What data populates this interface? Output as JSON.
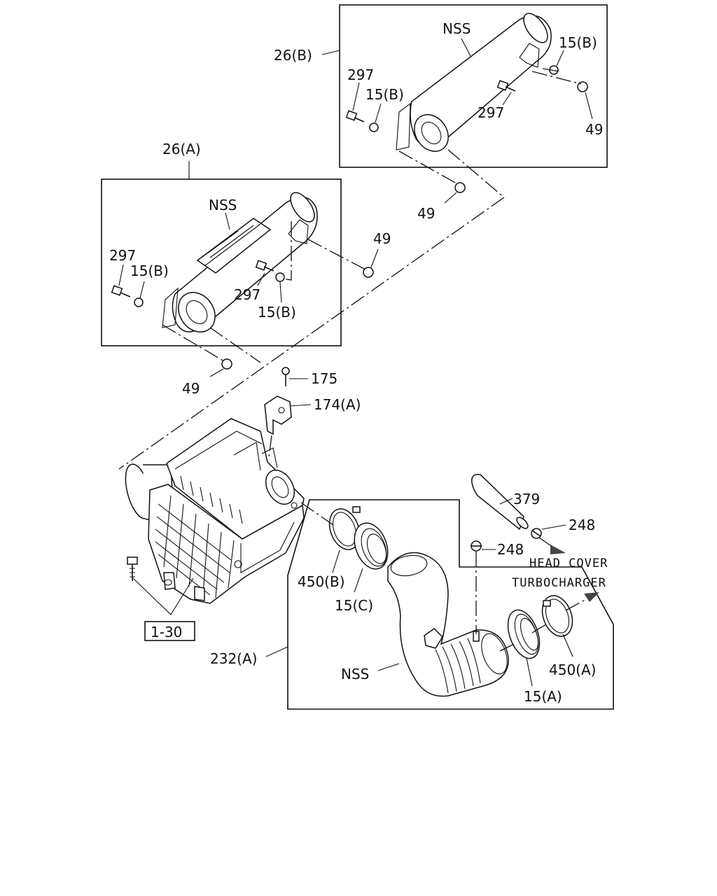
{
  "labels": {
    "pipe_b": "26(B)",
    "pipe_a": "26(A)",
    "nss": "NSS",
    "p297": "297",
    "p15b": "15(B)",
    "p49": "49",
    "p175": "175",
    "p174a": "174(A)",
    "p379": "379",
    "p248": "248",
    "head_cover": "HEAD COVER",
    "turbocharger": "TURBOCHARGER",
    "p450b": "450(B)",
    "p15c": "15(C)",
    "p232a": "232(A)",
    "p450a": "450(A)",
    "p15a": "15(A)",
    "p130": "1-30"
  }
}
